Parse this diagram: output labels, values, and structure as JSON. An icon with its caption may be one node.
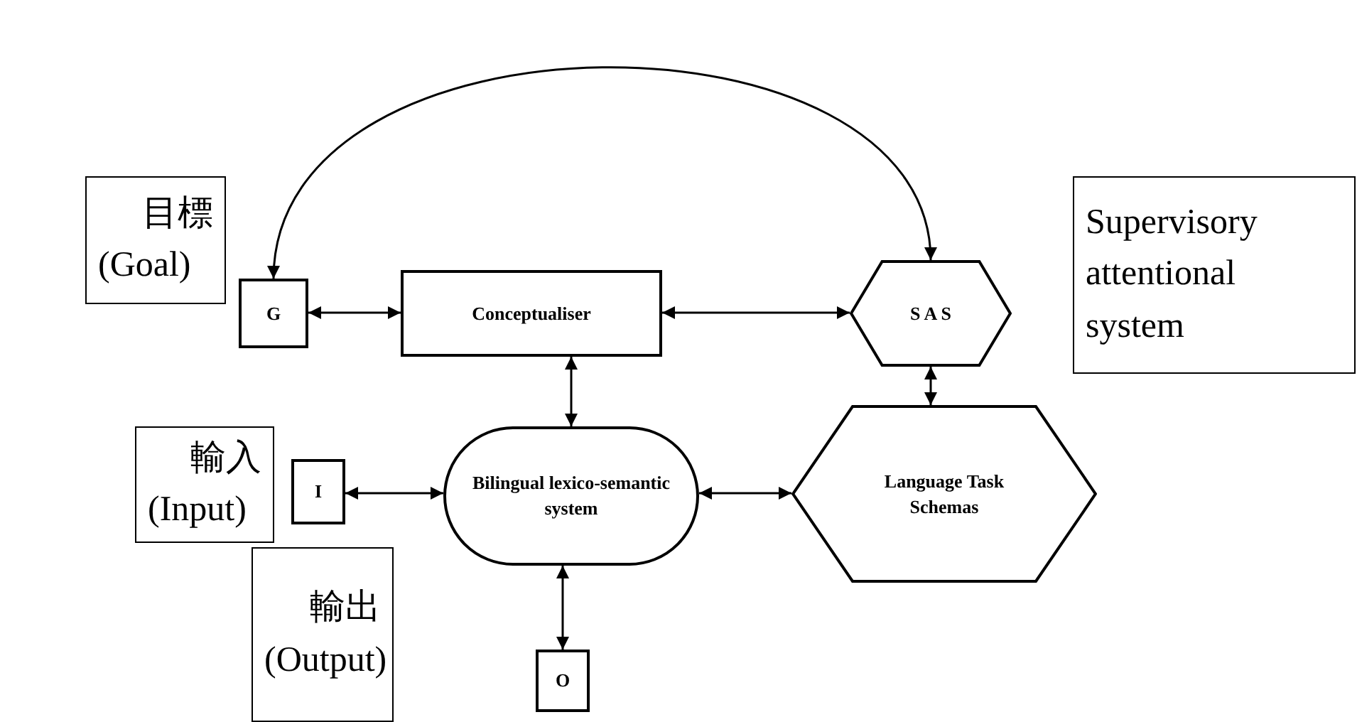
{
  "diagram": {
    "nodes": [
      {
        "text": [
          "目標",
          "(Goal)"
        ]
      },
      {
        "text": [
          "G"
        ]
      },
      {
        "text": [
          "Conceptualiser"
        ]
      },
      {
        "text": [
          "S A S"
        ]
      },
      {
        "text": [
          "Supervisory attentional system"
        ]
      },
      {
        "text": [
          "輸入",
          "(Input)"
        ]
      },
      {
        "text": [
          "I"
        ]
      },
      {
        "text": [
          "Bilingual lexico-semantic system"
        ]
      },
      {
        "text": [
          "Language Task Schemas"
        ]
      },
      {
        "text": [
          "輸出",
          "(Output)"
        ]
      },
      {
        "text": [
          "O"
        ]
      }
    ],
    "edges": [
      {
        "from": 1,
        "to": 2,
        "arrow": "both"
      },
      {
        "from": 2,
        "to": 3,
        "arrow": "both"
      },
      {
        "from": 1,
        "to": 3,
        "arrow": "both"
      },
      {
        "from": 2,
        "to": 7,
        "arrow": "both"
      },
      {
        "from": 3,
        "to": 8,
        "arrow": "both"
      },
      {
        "from": 6,
        "to": 7,
        "arrow": "both"
      },
      {
        "from": 7,
        "to": 8,
        "arrow": "both"
      },
      {
        "from": 7,
        "to": 10,
        "arrow": "both"
      }
    ]
  }
}
